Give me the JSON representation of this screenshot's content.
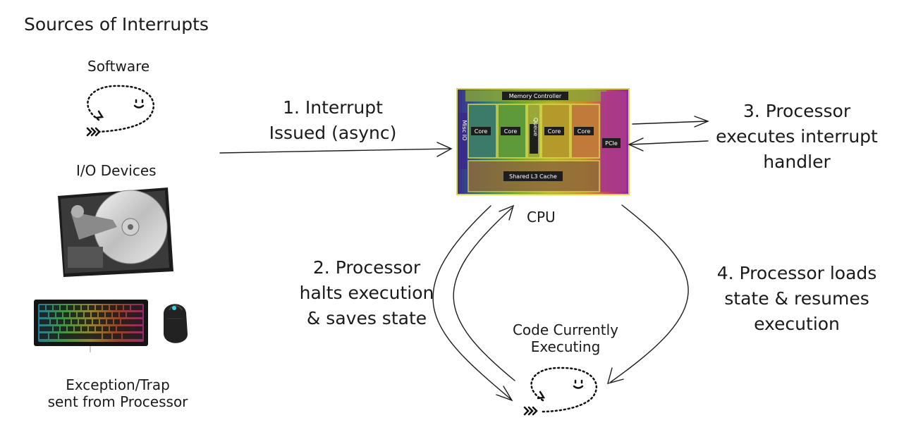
{
  "title": "Sources of Interrupts",
  "sources": {
    "software": "Software",
    "io_devices": "I/O Devices",
    "exception": [
      "Exception/Trap",
      "sent from Processor"
    ]
  },
  "cpu": {
    "label": "CPU",
    "die_labels": {
      "memory_controller": "Memory Controller",
      "core": "Core",
      "queue": "Queue",
      "misc_io": "Misc IO",
      "shared_l3": "Shared L3 Cache",
      "pcie": "PCIe"
    }
  },
  "code": [
    "Code Currently",
    "Executing"
  ],
  "steps": {
    "step1": [
      "1. Interrupt",
      "Issued (async)"
    ],
    "step2": [
      "2. Processor",
      "halts execution",
      "& saves state"
    ],
    "step3": [
      "3. Processor",
      "executes interrupt",
      "handler"
    ],
    "step4": [
      "4. Processor loads",
      "state  & resumes",
      "execution"
    ]
  }
}
